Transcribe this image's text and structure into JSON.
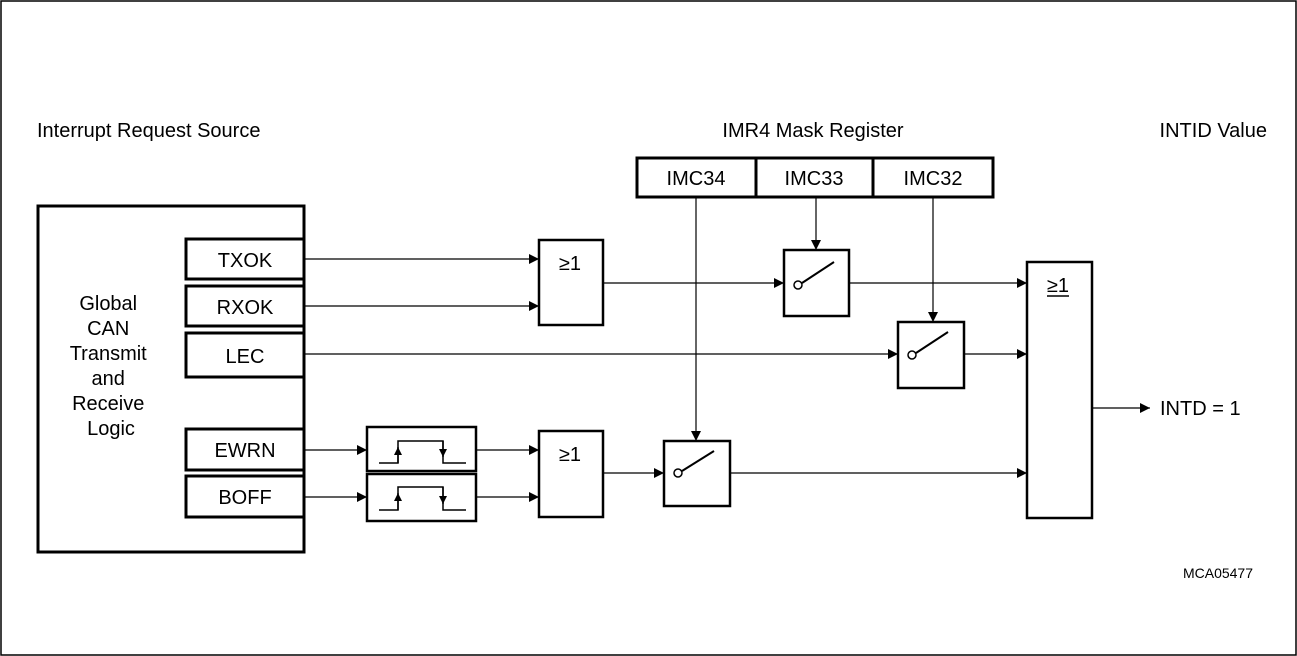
{
  "headings": {
    "source": "Interrupt Request Source",
    "mask_register": "IMR4 Mask Register",
    "intid": "INTID Value"
  },
  "logic_block": {
    "lines": [
      "Global",
      "CAN",
      "Transmit",
      "and",
      "Receive",
      "Logic"
    ]
  },
  "signals": {
    "txok": "TXOK",
    "rxok": "RXOK",
    "lec": "LEC",
    "ewrn": "EWRN",
    "boff": "BOFF"
  },
  "mask_bits": {
    "imc34": "IMC34",
    "imc33": "IMC33",
    "imc32": "IMC32"
  },
  "gates": {
    "or_top": "≥1",
    "or_bottom": "≥1",
    "or_final": "≥1"
  },
  "output": {
    "label": "INTD = 1"
  },
  "figure_id": "MCA05477"
}
